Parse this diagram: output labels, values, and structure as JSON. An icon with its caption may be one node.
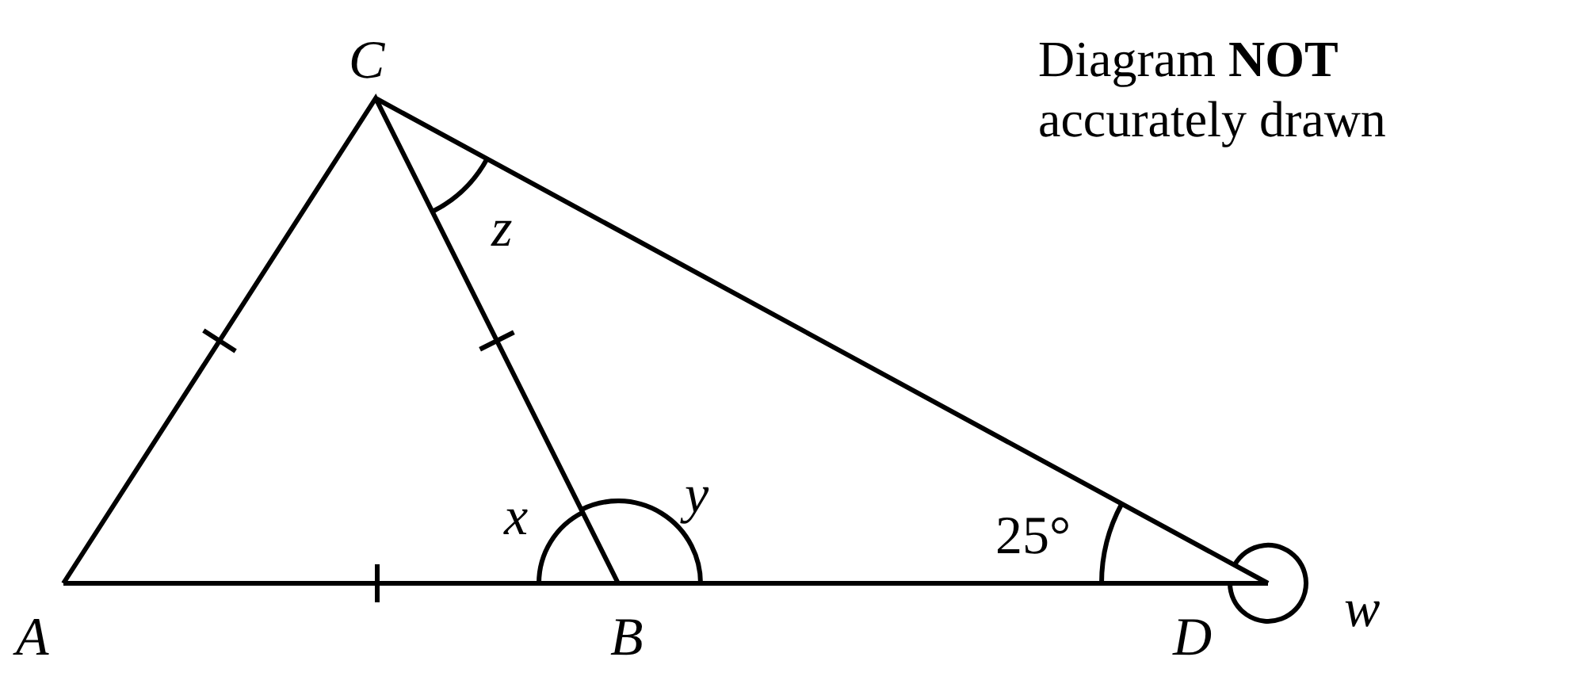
{
  "diagram": {
    "labels": [
      "C",
      "Diagram **NOT** accurately drawn",
      "z",
      "x",
      "y",
      "25°",
      "A",
      "B",
      "D",
      "w"
    ]
  }
}
